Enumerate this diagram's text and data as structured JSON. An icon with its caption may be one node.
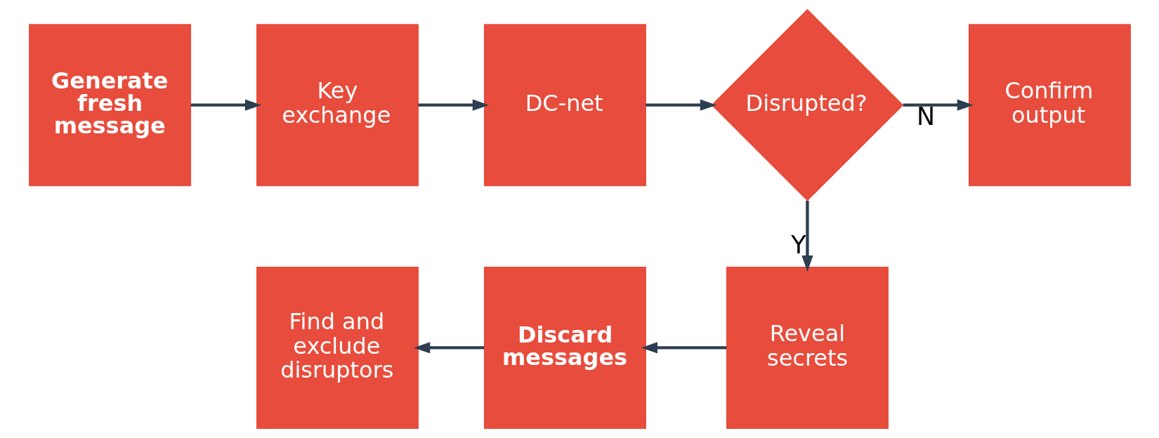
{
  "diagram": {
    "nodes": [
      {
        "text": [
          "Generate fresh message"
        ]
      },
      {
        "text": [
          "Key exchange"
        ]
      },
      {
        "text": [
          "DC-net"
        ]
      },
      {
        "text": [
          "Disrupted?"
        ]
      },
      {
        "text": [
          "Confirm output"
        ]
      },
      {
        "text": [
          "Reveal secrets"
        ]
      },
      {
        "text": [
          "Discard messages"
        ]
      },
      {
        "text": [
          "Find and exclude disruptors"
        ]
      }
    ],
    "edges": [
      {
        "from": 0,
        "to": 1,
        "arrow": "to"
      },
      {
        "from": 1,
        "to": 2,
        "arrow": "to"
      },
      {
        "from": 2,
        "to": 3,
        "arrow": "to"
      },
      {
        "from": 3,
        "to": 4,
        "arrow": "to",
        "label": "N"
      },
      {
        "from": 3,
        "to": 5,
        "arrow": "to",
        "label": "Y"
      },
      {
        "from": 5,
        "to": 6,
        "arrow": "to"
      },
      {
        "from": 6,
        "to": 7,
        "arrow": "to"
      }
    ]
  }
}
